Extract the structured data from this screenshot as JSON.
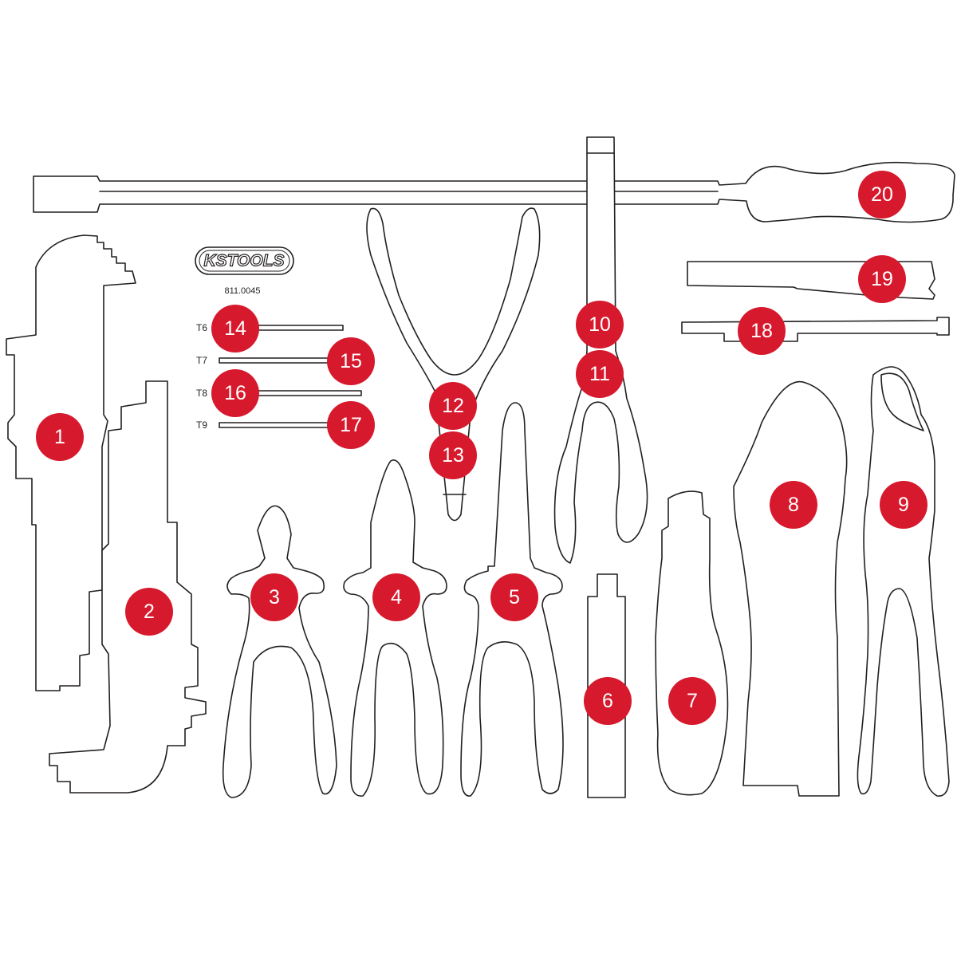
{
  "brand": {
    "logo_text": "KSTOOLS",
    "article_number": "811.0045"
  },
  "colors": {
    "badge": "#d7192d",
    "outline": "#231f20",
    "background": "#ffffff"
  },
  "bit_labels": [
    "T6",
    "T7",
    "T8",
    "T9"
  ],
  "positions": [
    "1",
    "2",
    "3",
    "4",
    "5",
    "6",
    "7",
    "8",
    "9",
    "10",
    "11",
    "12",
    "13",
    "14",
    "15",
    "16",
    "17",
    "18",
    "19",
    "20"
  ]
}
